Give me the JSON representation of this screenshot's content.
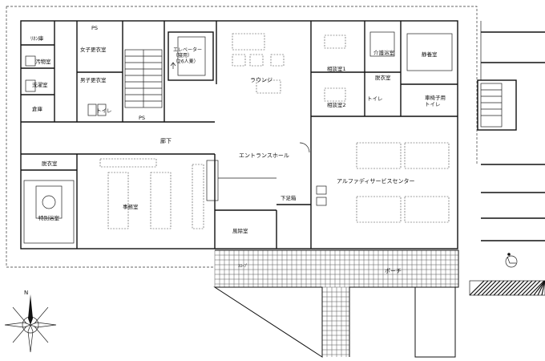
{
  "rooms": {
    "linen": "ﾘﾈﾝ庫",
    "dirty": "汚物室",
    "laundry": "洗濯室",
    "storage": "倉庫",
    "ps_top": "PS",
    "ps_mid": "PS",
    "female_locker": "女子更衣室",
    "male_locker": "男子更衣室",
    "toilet_left": "トイレ",
    "elevator": "エレベーター\n（寝用）\n（26人乗）",
    "lounge": "ラウンジ",
    "consult1": "相談室1",
    "consult2": "相談室2",
    "care_bath": "介護浴室",
    "dressing_right": "脱衣室",
    "toilet_right": "トイレ",
    "quiet_room": "静養室",
    "multi_toilet": "車椅子用\nトイレ",
    "corridor": "廊下",
    "entrance_hall": "エントランスホール",
    "service_center": "アルファディサービスセンター",
    "dressing_left": "脱衣室",
    "special_bath": "特別浴室",
    "office": "事務室",
    "shoe_box": "下足箱",
    "windbreak": "風除室",
    "porch": "ポーチ",
    "slope": "ｽﾛｰﾌﾟ"
  },
  "compass": {
    "north": "N"
  },
  "colors": {
    "line": "#111111",
    "paving": "#555555",
    "background": "#ffffff"
  }
}
